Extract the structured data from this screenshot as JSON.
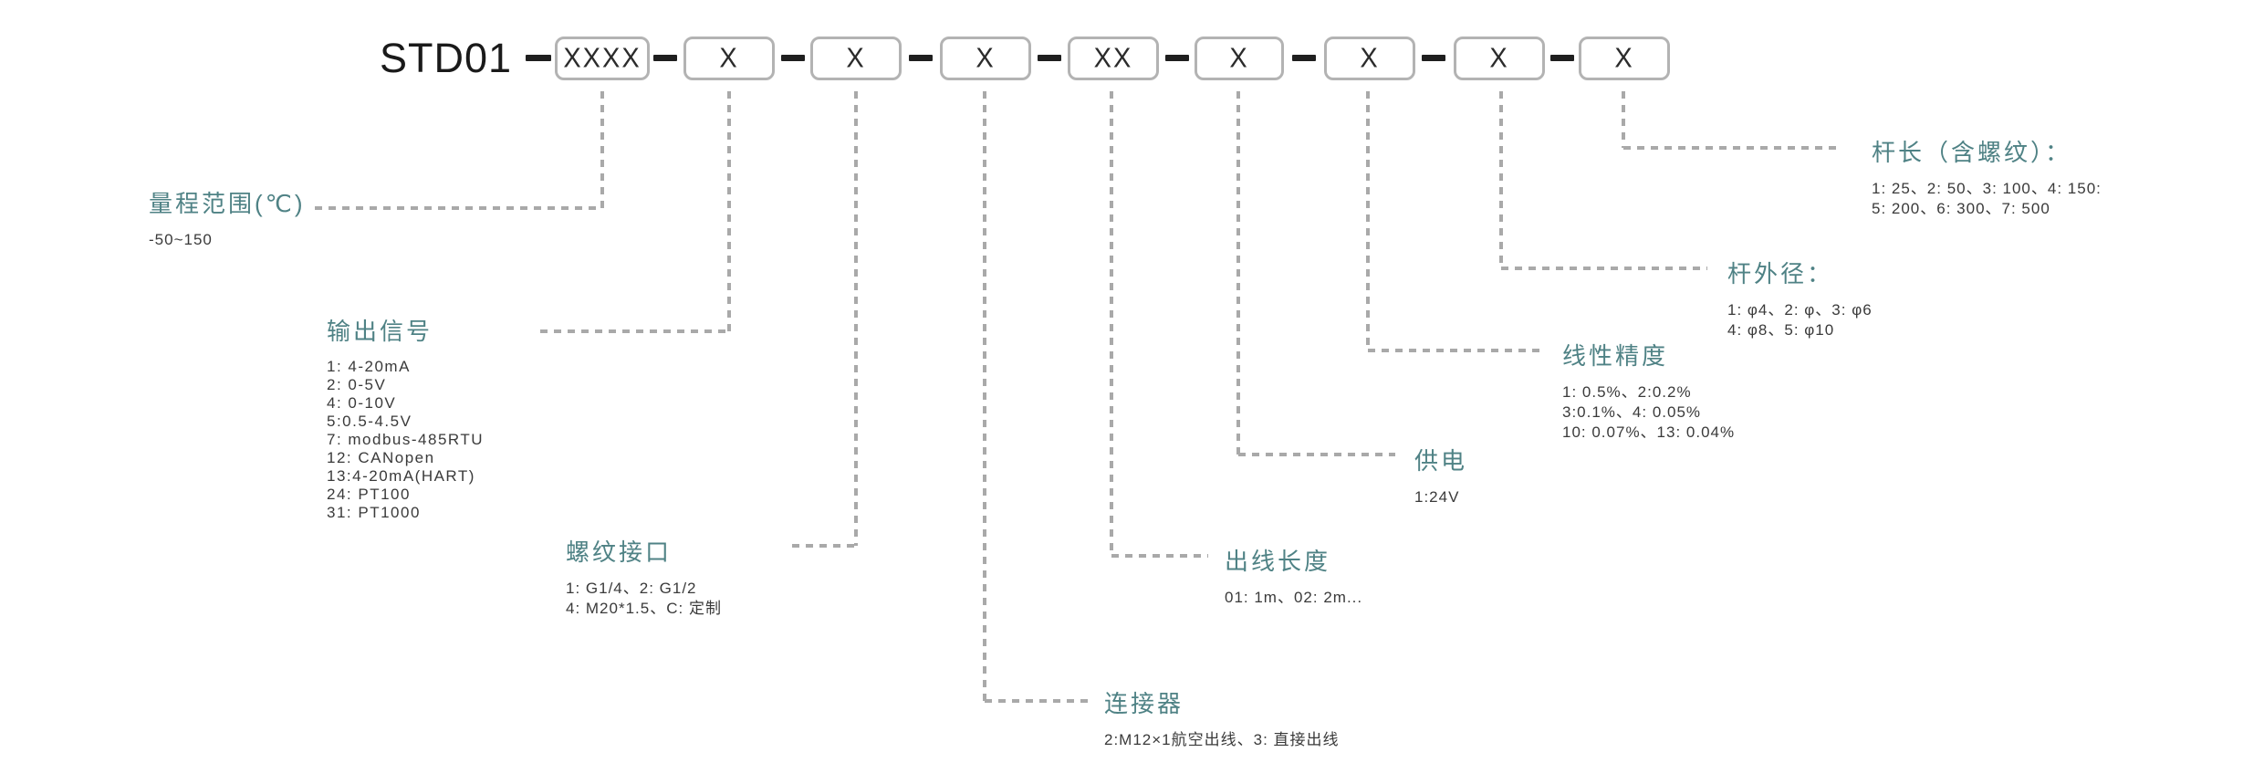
{
  "model": {
    "prefix": "STD01",
    "segments": [
      "XXXX",
      "X",
      "X",
      "X",
      "XX",
      "X",
      "X",
      "X",
      "X"
    ]
  },
  "features": [
    {
      "id": "measuring-range",
      "title": "量程范围(℃)",
      "lines": [
        "-50~150"
      ]
    },
    {
      "id": "output-signal",
      "title": "输出信号",
      "lines": [
        "1: 4-20mA",
        "2: 0-5V",
        "4: 0-10V",
        "5:0.5-4.5V",
        "7: modbus-485RTU",
        "12: CANopen",
        "13:4-20mA(HART)",
        "24: PT100",
        "31: PT1000"
      ]
    },
    {
      "id": "thread-interface",
      "title": "螺纹接口",
      "lines": [
        "1: G1/4、2: G1/2",
        "4: M20*1.5、C: 定制"
      ]
    },
    {
      "id": "connector",
      "title": "连接器",
      "lines": [
        "2:M12×1航空出线、3: 直接出线"
      ]
    },
    {
      "id": "cable-length",
      "title": "出线长度",
      "lines": [
        "01: 1m、02: 2m..."
      ]
    },
    {
      "id": "power-supply",
      "title": "供电",
      "lines": [
        "1:24V"
      ]
    },
    {
      "id": "linearity-accuracy",
      "title": "线性精度",
      "lines": [
        "1: 0.5%、2:0.2%",
        "3:0.1%、4: 0.05%",
        "10: 0.07%、13: 0.04%"
      ]
    },
    {
      "id": "rod-outer-diameter",
      "title": "杆外径：",
      "lines": [
        "1: φ4、2: φ、3: φ6",
        "4: φ8、5: φ10"
      ]
    },
    {
      "id": "rod-length",
      "title": "杆长（含螺纹）：",
      "lines": [
        "1: 25、2: 50、3: 100、4: 150:",
        "5: 200、6: 300、7: 500"
      ]
    }
  ],
  "colors": {
    "accent": "#4f8285",
    "box_border": "#b3b3b3",
    "dash": "#a9a9a9",
    "body_text": "#3a3a3a",
    "code_text": "#1a1a1a",
    "background": "#ffffff"
  }
}
